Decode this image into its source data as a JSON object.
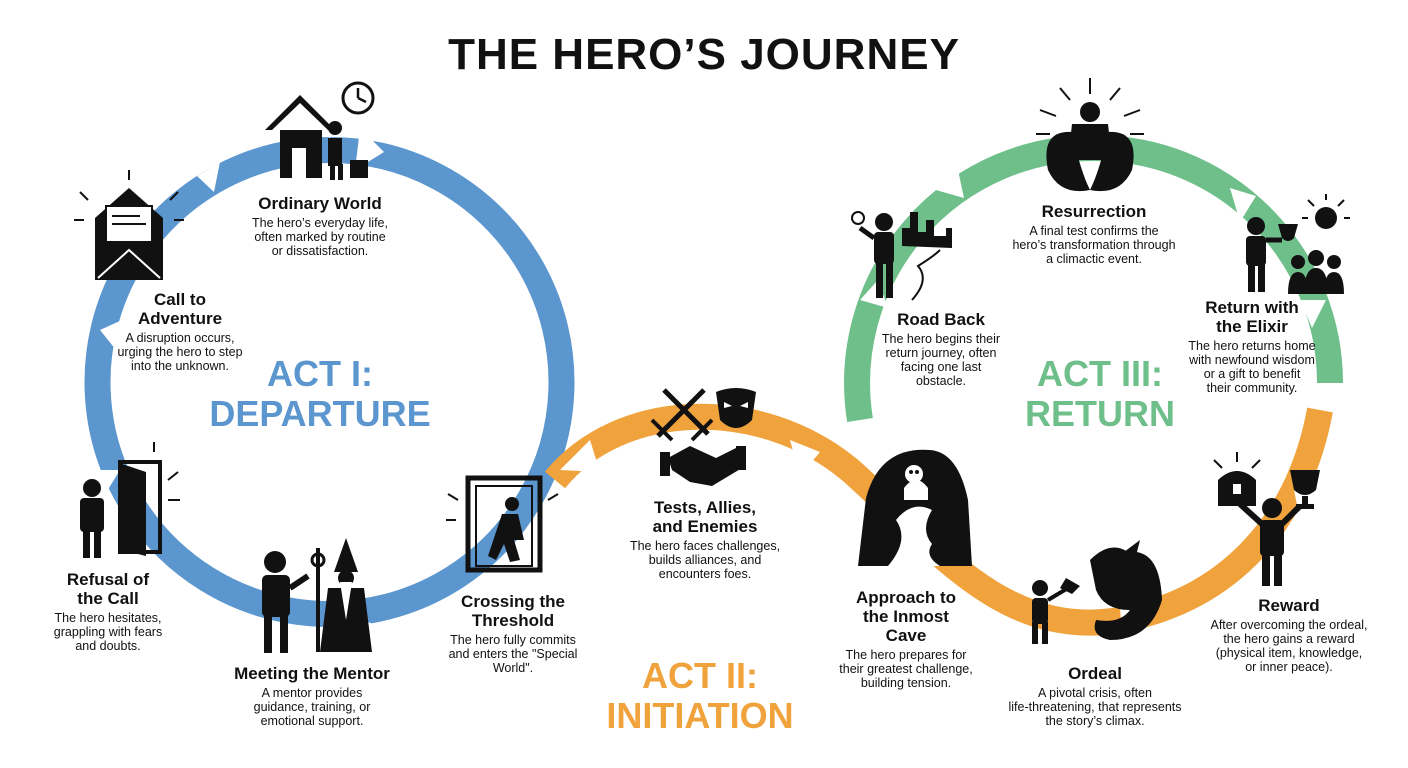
{
  "title": "THE HERO’S JOURNEY",
  "colors": {
    "act1": "#5b96cf",
    "act2": "#f0a33c",
    "act3": "#6ebf8a"
  },
  "acts": [
    {
      "line1": "ACT I:",
      "line2": "DEPARTURE"
    },
    {
      "line1": "ACT II:",
      "line2": "INITIATION"
    },
    {
      "line1": "ACT III:",
      "line2": "RETURN"
    }
  ],
  "stages": [
    {
      "name": "Ordinary World",
      "desc": [
        "The hero’s everyday life,",
        "often marked by routine",
        "or dissatisfaction."
      ]
    },
    {
      "name": "Call to Adventure",
      "desc": [
        "A disruption occurs,",
        "urging the hero to step",
        "into the unknown."
      ]
    },
    {
      "name": "Refusal of the Call",
      "desc": [
        "The hero hesitates,",
        "grappling with fears",
        "and doubts."
      ]
    },
    {
      "name": "Meeting the Mentor",
      "desc": [
        "A mentor provides",
        "guidance, training, or",
        "emotional support."
      ]
    },
    {
      "name": "Crossing the Threshold",
      "desc": [
        "The hero fully commits",
        "and enters the \"Special",
        "World\"."
      ]
    },
    {
      "name": "Tests, Allies, and Enemies",
      "desc": [
        "The hero faces challenges,",
        "builds alliances, and",
        "encounters foes."
      ]
    },
    {
      "name": "Approach to the Inmost Cave",
      "desc": [
        "The hero prepares for",
        "their greatest challenge,",
        "building tension."
      ]
    },
    {
      "name": "Ordeal",
      "desc": [
        "A pivotal crisis, often",
        "life-threatening, that represents",
        "the story’s climax."
      ]
    },
    {
      "name": "Reward",
      "desc": [
        "After overcoming the ordeal,",
        "the hero gains a reward",
        "(physical item, knowledge,",
        "or inner peace)."
      ]
    },
    {
      "name": "Return with the Elixir",
      "desc": [
        "The hero returns home",
        "with newfound wisdom",
        "or a gift to benefit",
        "their community."
      ]
    },
    {
      "name": "Resurrection",
      "desc": [
        "A final test confirms the",
        "hero’s transformation through",
        "a climactic event."
      ]
    },
    {
      "name": "Road Back",
      "desc": [
        "The hero begins their",
        "return journey, often",
        "facing one last",
        "obstacle."
      ]
    }
  ],
  "icons": [
    "house-icon",
    "clock-icon",
    "envelope-icon",
    "door-icon",
    "mentor-icon",
    "threshold-icon",
    "swords-icon",
    "mask-icon",
    "handshake-icon",
    "cave-icon",
    "dragon-icon",
    "treasure-icon",
    "trophy-icon",
    "reborn-icon",
    "elixir-icon",
    "city-icon"
  ]
}
